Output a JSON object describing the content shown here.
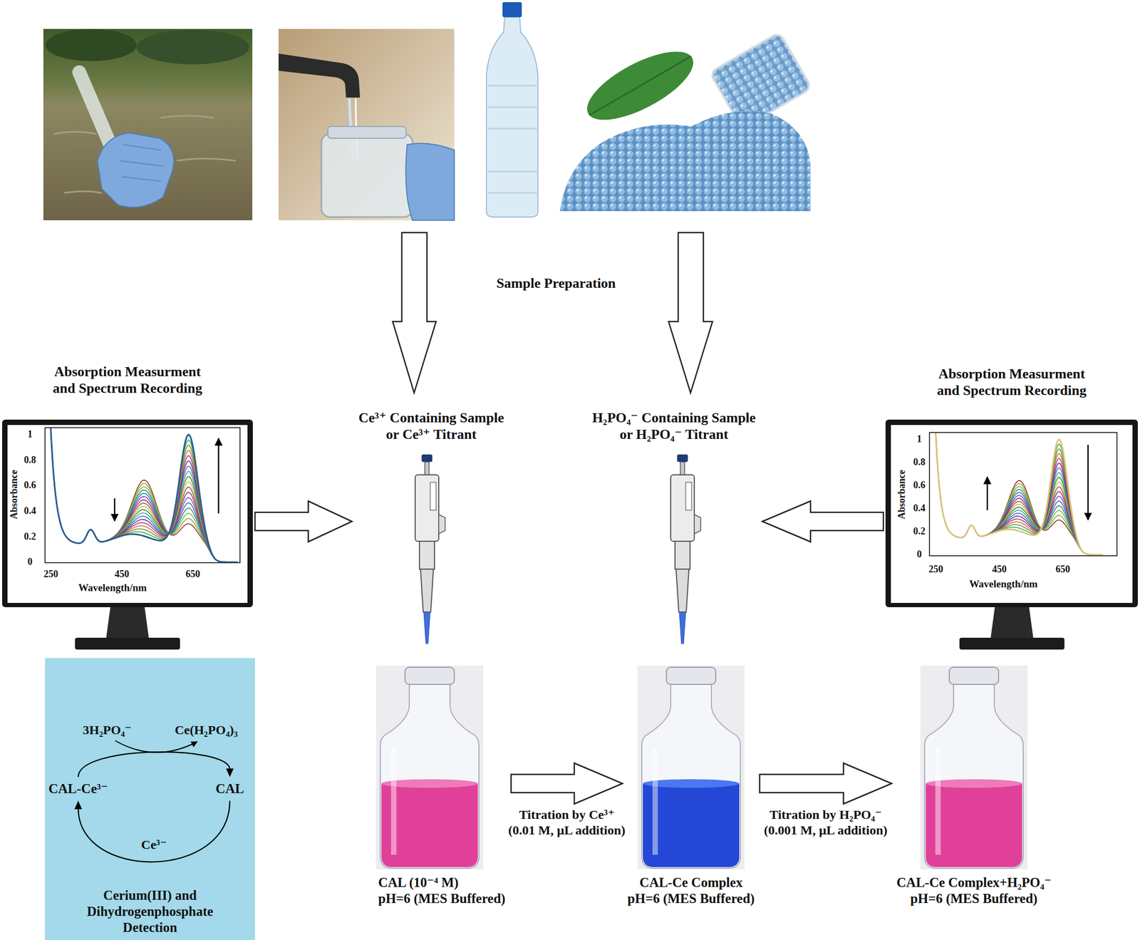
{
  "diagram": {
    "nodes": [
      {
        "text": [
          "Absorption Measurment and Spectrum Recording"
        ]
      },
      {
        "text": [
          "Ce³⁺ Containing Sample or Ce³⁺ Titrant"
        ]
      },
      {
        "text": [
          "H₂PO₄⁻ Containing Sample or H₂PO₄⁻ Titrant"
        ]
      },
      {
        "text": [
          "Absorption Measurment and Spectrum Recording"
        ]
      },
      {
        "text": [
          "Cerium(III) and Dihydrogenphosphate Detection"
        ]
      },
      {
        "text": [
          "CAL-Ce³⁻"
        ],
        "in": 4
      },
      {
        "text": [
          "CAL"
        ],
        "in": 4
      },
      {
        "text": [
          "CAL (10⁻⁴ M)",
          "pH=6 (MES Buffered)"
        ]
      },
      {
        "text": [
          "CAL-Ce Complex",
          "pH=6 (MES Buffered)"
        ]
      },
      {
        "text": [
          "CAL-Ce Complex+H₂PO₄⁻",
          "pH=6 (MES Buffered)"
        ]
      }
    ],
    "edges": [
      {
        "from": 0,
        "to": 1,
        "arrow": "to"
      },
      {
        "from": 3,
        "to": 2,
        "arrow": "to"
      },
      {
        "from": 5,
        "to": 6,
        "arrow": "to"
      },
      {
        "from": 6,
        "to": 5,
        "arrow": "to",
        "label": "Ce³⁻"
      },
      {
        "from": 7,
        "to": 8,
        "arrow": "to",
        "label": "Titration by Ce³⁺ (0.01 M, µL addition)"
      },
      {
        "from": 8,
        "to": 9,
        "arrow": "to",
        "label": "Titration by H₂PO₄⁻ (0.001 M, µL addition)"
      }
    ],
    "labels": [
      "Sample Preparation",
      "1",
      "0.8",
      "0.6",
      "0.4",
      "0.2",
      "0",
      "Absorbance",
      "250",
      "450",
      "650",
      "Wavelength/nm",
      "1",
      "0.8",
      "0.6",
      "0.4",
      "0.2",
      "0",
      "Absorbance",
      "250",
      "450",
      "650",
      "Wavelength/nm",
      "3H₂PO₄⁻",
      "Ce(H₂PO₄)₃"
    ]
  }
}
